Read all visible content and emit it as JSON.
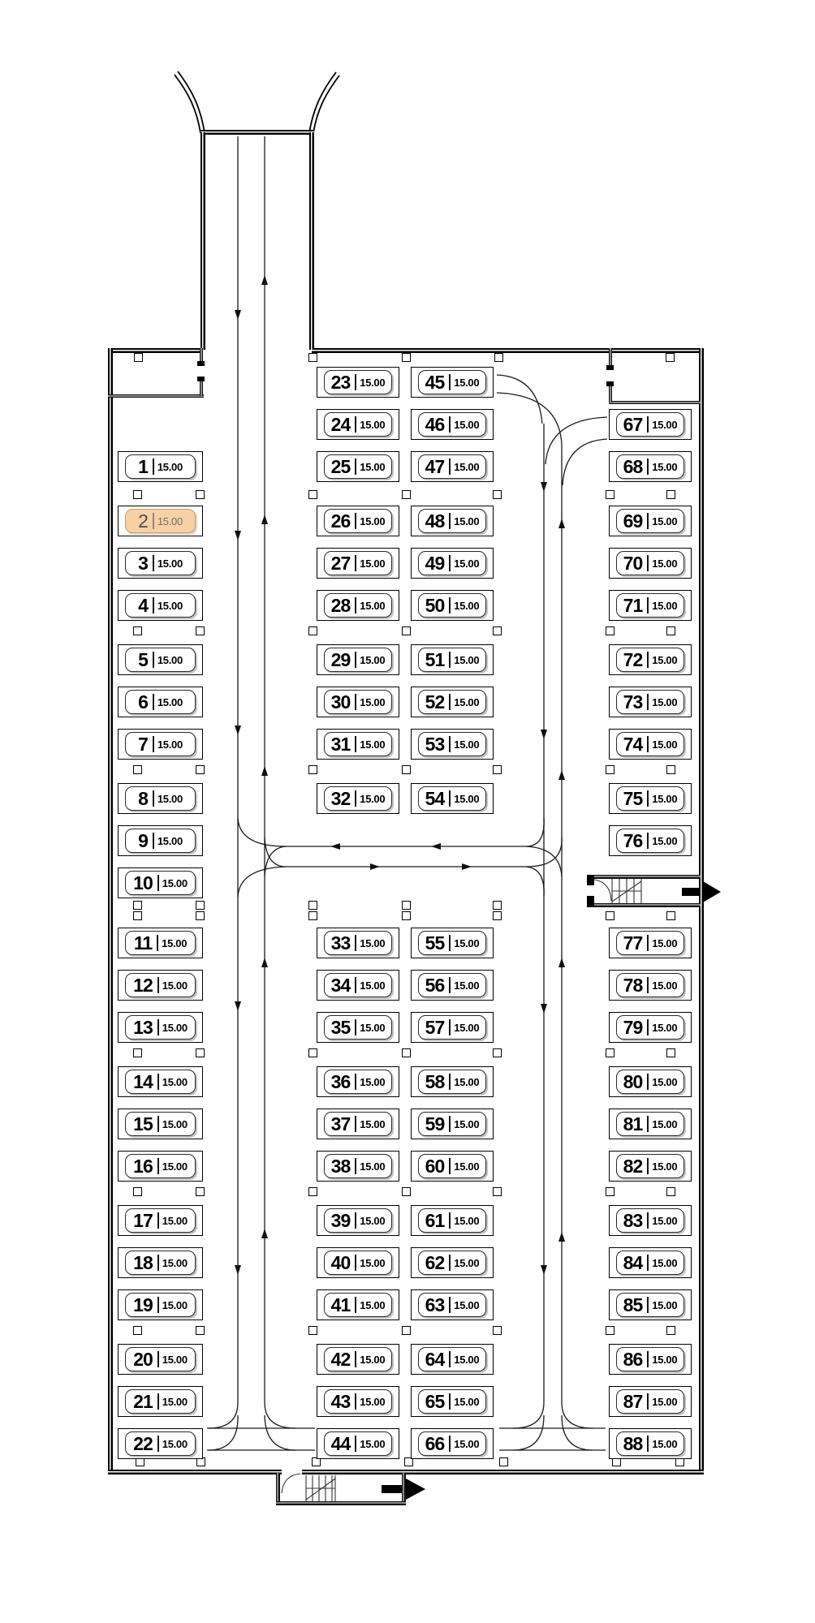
{
  "plan": {
    "title": "parking-garage-floor-plan",
    "area_value": "15.00",
    "separator": "|",
    "highlighted_space": 2,
    "colors": {
      "background": "#ffffff",
      "wall": "#000000",
      "lane_line": "#1a1a1a",
      "highlight_fill": "#f7d0a3",
      "highlight_border": "#c79e66",
      "highlight_text": "#4c4c4c"
    },
    "columns": [
      {
        "id": "left",
        "spaces": [
          1,
          2,
          3,
          4,
          5,
          6,
          7,
          8,
          9,
          10,
          11,
          12,
          13,
          14,
          15,
          16,
          17,
          18,
          19,
          20,
          21,
          22
        ]
      },
      {
        "id": "mid-left-upper",
        "spaces": [
          23,
          24,
          25,
          26,
          27,
          28,
          29,
          30,
          31,
          32
        ]
      },
      {
        "id": "mid-right-upper",
        "spaces": [
          45,
          46,
          47,
          48,
          49,
          50,
          51,
          52,
          53,
          54
        ]
      },
      {
        "id": "mid-left-lower",
        "spaces": [
          33,
          34,
          35,
          36,
          37,
          38,
          39,
          40,
          41,
          42,
          43,
          44
        ]
      },
      {
        "id": "mid-right-lower",
        "spaces": [
          55,
          56,
          57,
          58,
          59,
          60,
          61,
          62,
          63,
          64,
          65,
          66
        ]
      },
      {
        "id": "right",
        "spaces": [
          67,
          68,
          69,
          70,
          71,
          72,
          73,
          74,
          75,
          76,
          77,
          78,
          79,
          80,
          81,
          82,
          83,
          84,
          85,
          86,
          87,
          88
        ]
      }
    ],
    "icons": {
      "entry_ramp": "ramp-flare",
      "lane_up": "arrow-up",
      "lane_down": "arrow-down",
      "lane_left": "arrow-left",
      "lane_right": "arrow-right",
      "exit_right": "block-arrow-right",
      "exit_bottom": "block-arrow-right",
      "stairs_right": "stairs",
      "stairs_bottom": "stairs",
      "column_marker": "square"
    }
  }
}
